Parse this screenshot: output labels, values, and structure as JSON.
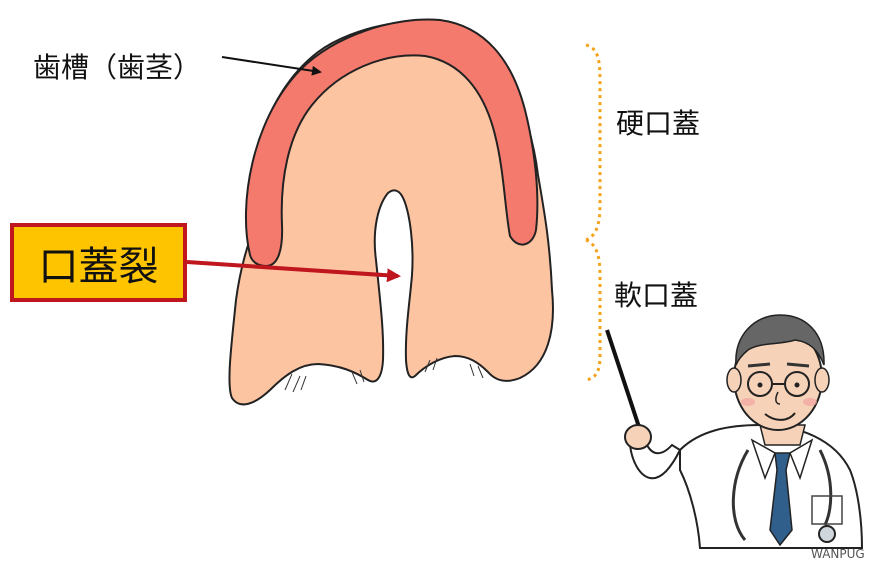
{
  "labels": {
    "alveolar": "歯槽（歯茎）",
    "hard_palate": "硬口蓋",
    "soft_palate": "軟口蓋",
    "cleft": "口蓋裂",
    "credit": "WANPUG"
  },
  "colors": {
    "palate_fill": "#fdc4a2",
    "ridge_fill": "#f47a6e",
    "cleft_box_fill": "#ffc400",
    "cleft_box_border": "#c0161e",
    "arrow_red": "#c0161e",
    "bracket_orange": "#f5a21b"
  },
  "icons": {
    "doctor": "doctor-with-pointer-illustration"
  }
}
